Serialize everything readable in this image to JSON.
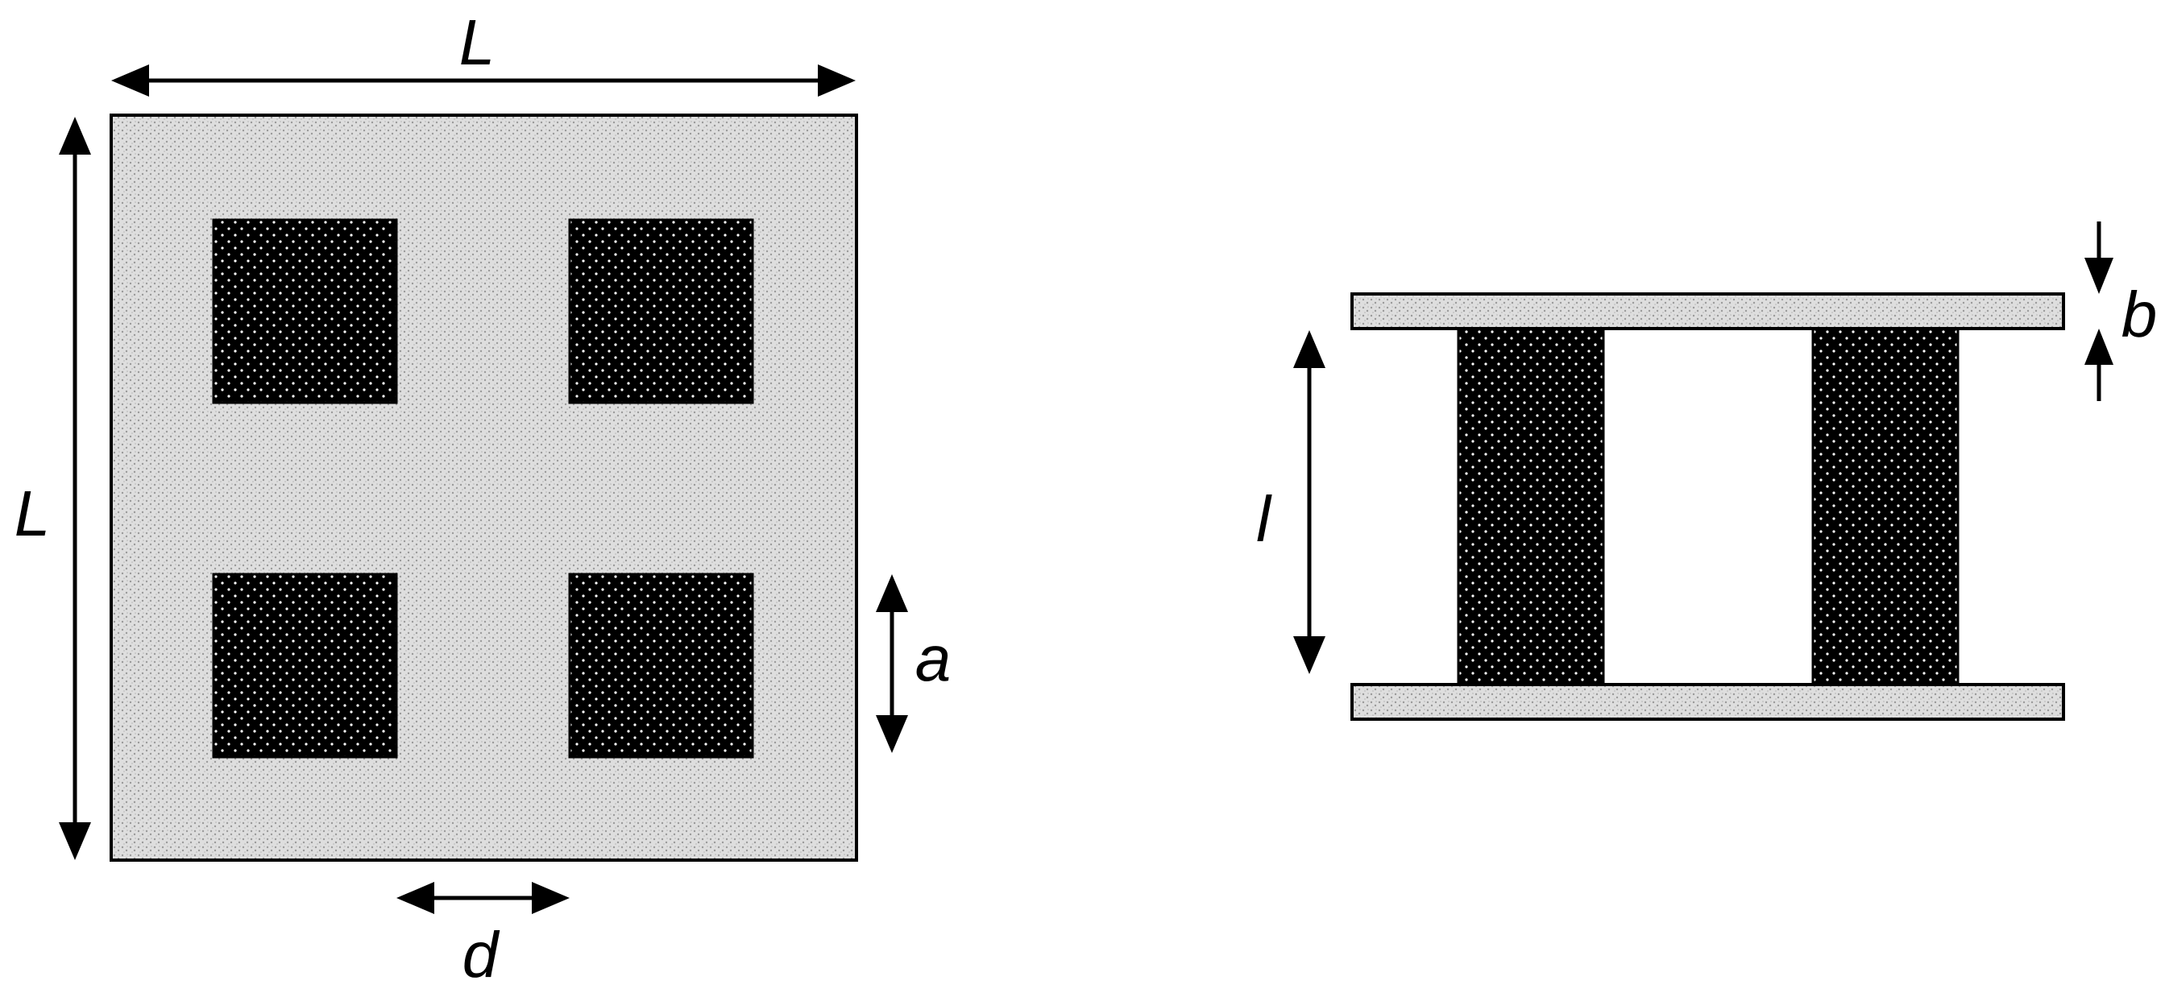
{
  "labels": {
    "top_width": "L",
    "left_height": "L",
    "pillar_size": "a",
    "pillar_gap": "d",
    "plate_thickness": "b",
    "pillar_length": "l"
  },
  "colors": {
    "plate_fill": "#dedede",
    "pillar_fill": "#000000",
    "stroke": "#000000",
    "background": "#ffffff"
  }
}
